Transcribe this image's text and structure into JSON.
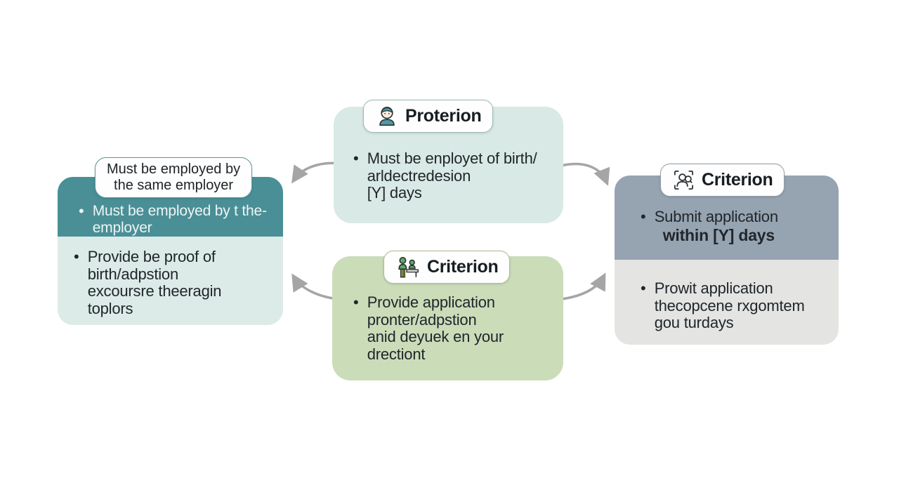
{
  "diagram": {
    "type": "criteria-flow",
    "colors": {
      "top_box_bg": "#d9e9e5",
      "left_box_header_bg": "#4a8f96",
      "left_box_body_bg": "#dcebe7",
      "right_box_header_bg": "#96a3b1",
      "right_box_body_bg": "#e4e4e2",
      "bottom_box_bg": "#cbdcb9",
      "badge_bg": "#fdfefd",
      "arrow": "#a5a5a5",
      "dark_text": "#20262b",
      "light_text": "#eef5f4"
    },
    "nodes": {
      "top": {
        "badge_icon": "person-icon",
        "badge_title": "Proterion",
        "bullet_lines": [
          "Must be enployet of birth/",
          "arldectredesion",
          "[Y] days"
        ]
      },
      "left": {
        "badge_label_lines": [
          "Must be employed by",
          "the same employer"
        ],
        "header_bullet_lines": [
          "Must be employed by t  the-",
          "employer"
        ],
        "body_bullet_lines": [
          "Provide be proof of",
          "birth/adpstion",
          "excoursre theeragin",
          "toplors"
        ]
      },
      "right": {
        "badge_icon": "face-scan-icon",
        "badge_title": "Criterion",
        "header_bullet_line1": "Submit application",
        "header_bullet_line2_bold": "within [Y] days",
        "body_bullet_lines": [
          "Prowit application",
          "thecopcene rxgomtem",
          "gou turdays"
        ]
      },
      "bottom": {
        "badge_icon": "people-counter-icon",
        "badge_title": "Criterion",
        "bullet_lines": [
          "Provide application",
          "pronter/adpstion",
          "anid deyuek en your",
          "drectiont"
        ]
      }
    }
  }
}
